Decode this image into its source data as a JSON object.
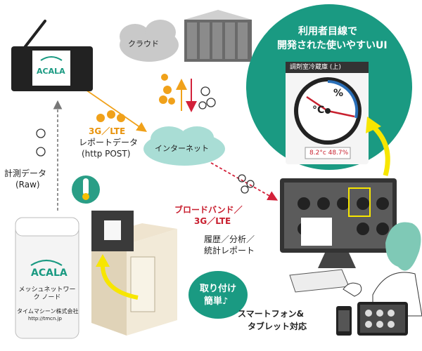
{
  "cloud_label": "クラウド",
  "internet_label": "インターネット",
  "gateway_logo": "ACALA",
  "node_logo": "ACALA",
  "node_product": "メッシュネットワーク ノード",
  "node_company": "タイムマシーン株式会社",
  "node_url": "http://tmcn.jp",
  "measure_label": "計測データ",
  "measure_sub": "(Raw)",
  "mobile_label": "3G／LTE",
  "report_label": "レポートデータ",
  "report_sub": "(http POST)",
  "broadband_label": "ブロードバンド／",
  "broadband_sub": "3G／LTE",
  "history_label": "履歴／分析／",
  "history_sub": "統計レポート",
  "install_line1": "取り付け",
  "install_line2": "簡単♪",
  "ui_line1": "利用者目線で",
  "ui_line2": "開発された使いやすいUI",
  "device_title": "調剤室冷蔵庫 (上)",
  "gauge_unit_c": "°C",
  "gauge_unit_pct": "%",
  "gauge_readout": "8.2°c 48.7%",
  "smartphone_line1": "スマートフォン&",
  "smartphone_line2": "タブレット対応",
  "colors": {
    "teal": "#1a9a82",
    "mint": "#a9ddd5",
    "orange": "#f0a11a",
    "red": "#d3213a",
    "yellow": "#f7e600"
  }
}
